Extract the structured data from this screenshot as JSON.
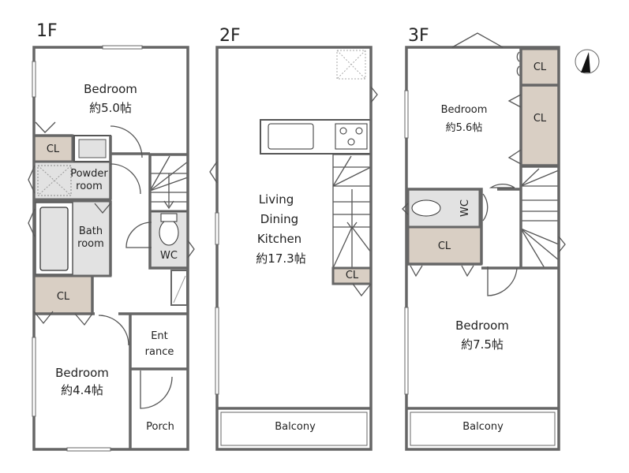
{
  "floors": {
    "f1": "1F",
    "f2": "2F",
    "f3": "3F"
  },
  "f1": {
    "bedroom_top": {
      "name": "Bedroom",
      "size": "約5.0帖"
    },
    "cl_small": "CL",
    "powder": [
      "Powder",
      "room"
    ],
    "bath": [
      "Bath",
      "room"
    ],
    "wc": "WC",
    "cl_large": "CL",
    "entrance": [
      "Ent",
      "rance"
    ],
    "bedroom_bottom": {
      "name": "Bedroom",
      "size": "約4.4帖"
    },
    "porch": "Porch"
  },
  "f2": {
    "ldk": [
      "Living",
      "Dining",
      "Kitchen",
      "約17.3帖"
    ],
    "cl": "CL",
    "balcony": "Balcony"
  },
  "f3": {
    "cl_top": "CL",
    "cl_mid": "CL",
    "bedroom_top": {
      "name": "Bedroom",
      "size": "約5.6帖"
    },
    "wc": "WC",
    "cl_left": "CL",
    "bedroom_bottom": {
      "name": "Bedroom",
      "size": "約7.5帖"
    },
    "balcony": "Balcony"
  },
  "colors": {
    "closet": "#d9cfc4",
    "wet": "#e2e2e2",
    "wall": "#666666"
  }
}
